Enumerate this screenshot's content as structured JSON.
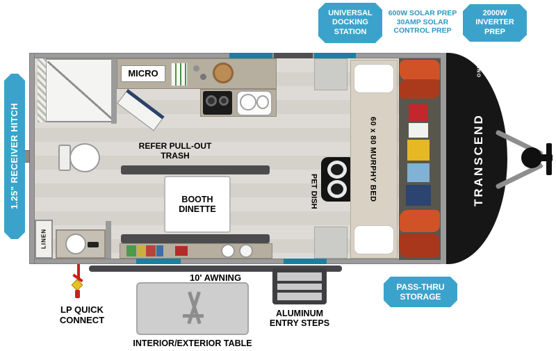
{
  "colors": {
    "accent": "#3BA3CB",
    "wall": "#9B9B9B",
    "cap": "#161616",
    "window_teal": "#1D7FA0"
  },
  "callouts": {
    "receiver_hitch": "1.25\" RECEIVER HITCH",
    "docking_station": "UNIVERSAL\nDOCKING\nSTATION",
    "solar_prep": "600W SOLAR PREP\n30AMP SOLAR\nCONTROL PREP",
    "inverter_prep": "2000W\nINVERTER\nPREP",
    "pass_thru_storage": "PASS-THRU\nSTORAGE"
  },
  "plan_labels": {
    "micro": "MICRO",
    "refer_pullout_trash": "REFER PULL-OUT\nTRASH",
    "booth_dinette": "BOOTH\nDINETTE",
    "pet_dish": "PET DISH",
    "murphy_bed": "60 x 80 MURPHY BED",
    "linen": "LINEN",
    "brand": "TRANSCEND",
    "brand_model": "ONE"
  },
  "exterior_labels": {
    "awning": "10' AWNING",
    "lp_quick_connect": "LP QUICK\nCONNECT",
    "entry_steps": "ALUMINUM\nENTRY STEPS",
    "interior_exterior_table": "INTERIOR/EXTERIOR TABLE"
  }
}
